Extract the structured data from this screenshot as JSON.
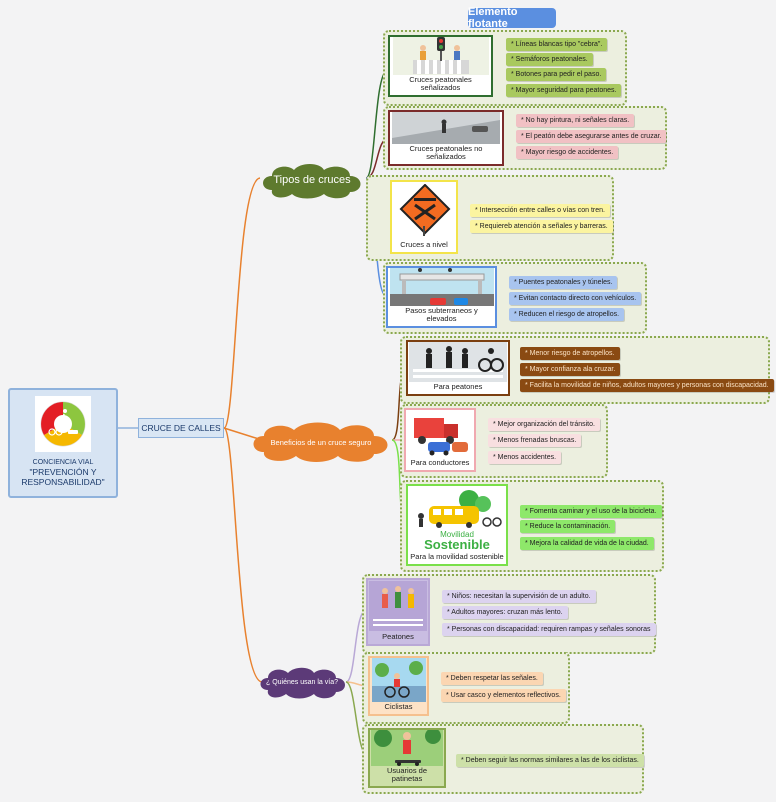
{
  "floating": {
    "label": "Elemento flotante"
  },
  "root": {
    "logo_label": "CONCIENCIA VIAL",
    "title": "\"PREVENCIÓN Y RESPONSABILIDAD\""
  },
  "main": {
    "label": "CRUCE DE CALLES"
  },
  "topics": {
    "tipos": {
      "label": "Tipos de cruces",
      "color": "#5e7a2e"
    },
    "beneficios": {
      "label": "Beneficios de un cruce seguro",
      "color": "#e8812e"
    },
    "quienes": {
      "label": "¿ Quiénes usan la vía?",
      "color": "#5c3a78"
    }
  },
  "cards": {
    "senalizados": {
      "caption": "Cruces peatonales señalizados",
      "border": "#2f6e2f",
      "items": [
        "* Líneas blancas tipo \"cebra\".",
        "* Semáforos peatonales.",
        "* Botones para pedir el paso.",
        "* Mayor seguridad para peatones."
      ],
      "pill": "#a9c95f"
    },
    "no_senalizados": {
      "caption": "Cruces peatonales no señalizados",
      "border": "#7b2b2b",
      "items": [
        "* No hay pintura, ni señales claras.",
        "* El peatón debe asegurarse antes de cruzar.",
        "* Mayor riesgo de accidentes."
      ],
      "pill": "#f1c1c4"
    },
    "nivel": {
      "caption": "Cruces a nivel",
      "border": "#f3e44a",
      "items": [
        "* Intersección entre calles o vías con tren.",
        "* Requiereb atención a señales y barreras."
      ],
      "pill": "#fbf4a0"
    },
    "subterraneos": {
      "caption": "Pasos subterraneos y elevados",
      "border": "#5b8fe0",
      "items": [
        "* Puentes peatonales y túneles.",
        "* Evitan contacto directo con vehículos.",
        "* Reducen el riesgo de atropellos."
      ],
      "pill": "#a8c4ef"
    },
    "peatones_b": {
      "caption": "Para peatones",
      "border": "#7b3f10",
      "items": [
        "* Menor riesgo de atropellos.",
        "* Mayor confianza ala cruzar.",
        "* Facilita la movilidad de niños, adultos mayores y personas con discapacidad."
      ],
      "pill": "#8a4a12"
    },
    "conductores": {
      "caption": "Para conductores",
      "border": "#f0a9b0",
      "items": [
        "* Mejor organización del tránsito.",
        "* Menos frenadas bruscas.",
        "* Menos accidentes."
      ],
      "pill": "#f8dfe0"
    },
    "sostenible": {
      "caption": "Para la movilidad sostenible",
      "border": "#7ae04a",
      "items": [
        "* Fomenta caminar y el uso de la bicicleta.",
        "* Reduce la contaminación.",
        "* Mejora la calidad de vida de la ciudad."
      ],
      "pill": "#8ee86a"
    },
    "peatones_q": {
      "caption": "Peatones",
      "border": "#b9a8d6",
      "items": [
        "* Niños: necesitan la supervisión de un adulto.",
        "* Adultos mayores: cruzan más lento.",
        "* Personas con  discapacidad: requiren rampas y señales sonoras"
      ],
      "pill": "#dcd3ef"
    },
    "ciclistas": {
      "caption": "Ciclistas",
      "border": "#f5c08e",
      "items": [
        "* Deben respetar las señales.",
        "* Usar casco y elementos reflectivos."
      ],
      "pill": "#fbd6b2"
    },
    "patinetas": {
      "caption": "Usuarios de patinetas",
      "border": "#8aa84f",
      "items": [
        "* Deben seguir las normas similares a las de los ciclistas."
      ],
      "pill": "#cde0a8"
    }
  },
  "image_text": {
    "movilidad": "Movilidad",
    "sostenible": "Sostenible"
  }
}
